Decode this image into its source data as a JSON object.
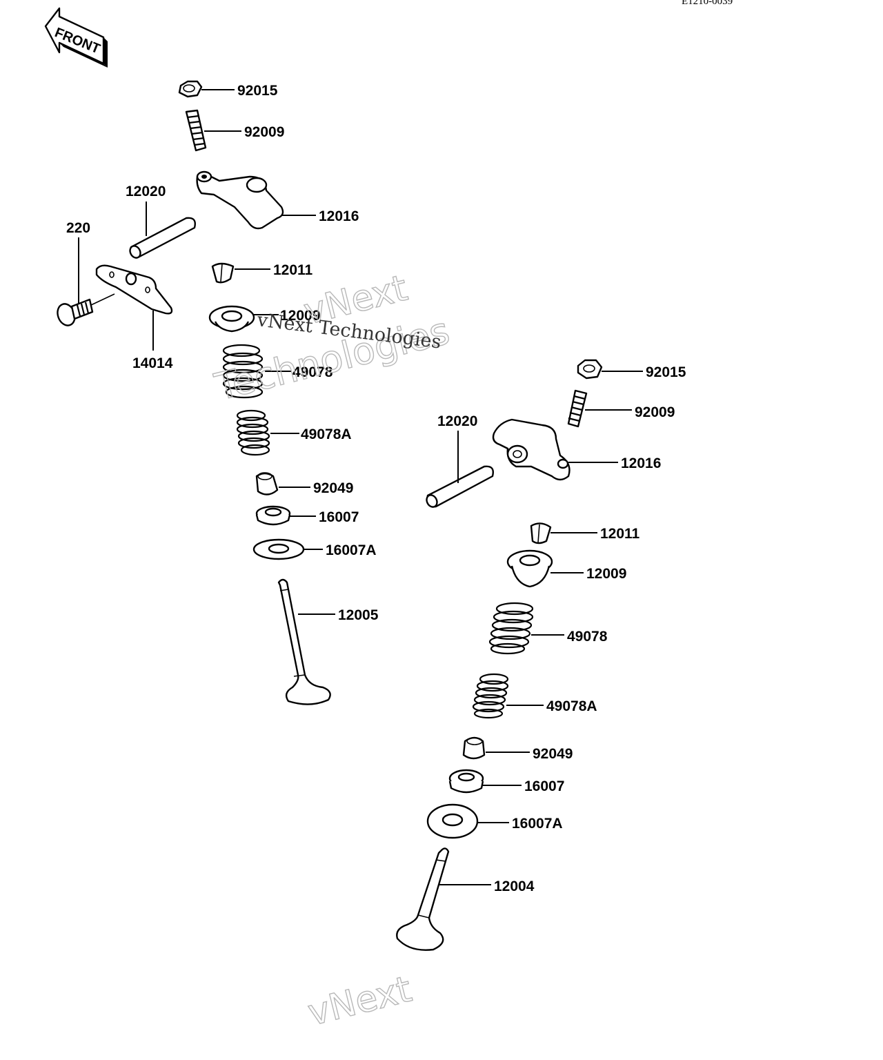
{
  "diagram_code": "E1210-0039",
  "front_arrow": {
    "label": "FRONT"
  },
  "watermark": {
    "line1": "vNext",
    "line2": "Technologies",
    "line3": "vNext Technologies",
    "line4": "vNext"
  },
  "left_assembly": {
    "nut": "92015",
    "adjusting_screw": "92009",
    "rocker_arm": "12016",
    "rocker_shaft": "12020",
    "bolt": "220",
    "cotter": "12011",
    "retainer": "12009",
    "plate": "14014",
    "outer_spring": "49078",
    "inner_spring": "49078A",
    "stem_seal": "92049",
    "spring_seat": "16007",
    "washer": "16007A",
    "valve": "12005"
  },
  "right_assembly": {
    "nut": "92015",
    "adjusting_screw": "92009",
    "rocker_shaft": "12020",
    "rocker_arm": "12016",
    "cotter": "12011",
    "retainer": "12009",
    "outer_spring": "49078",
    "inner_spring": "49078A",
    "stem_seal": "92049",
    "spring_seat": "16007",
    "washer": "16007A",
    "valve": "12004"
  }
}
